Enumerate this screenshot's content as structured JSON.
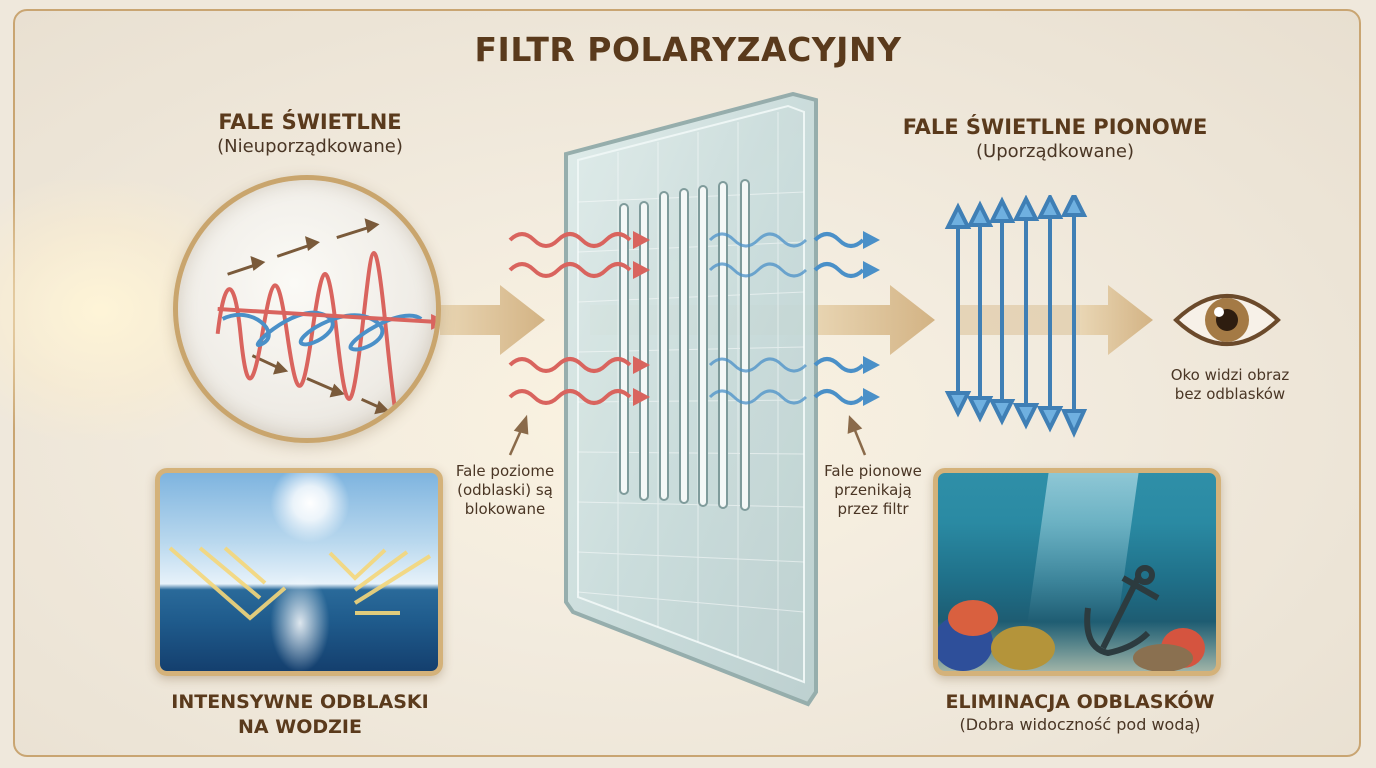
{
  "title": "FILTR POLARYZACYJNY",
  "left_header": {
    "title": "FALE ŚWIETLNE",
    "subtitle": "(Nieuporządkowane)"
  },
  "right_header": {
    "title": "FALE ŚWIETLNE PIONOWE",
    "subtitle": "(Uporządkowane)"
  },
  "callouts": {
    "blocked": [
      "Fale poziome",
      "(odblaski) są",
      "blokowane"
    ],
    "passing": [
      "Fale pionowe",
      "przenikają",
      "przez filtr"
    ],
    "eye": [
      "Oko widzi obraz",
      "bez odblasków"
    ]
  },
  "bottom_left": {
    "title_line1": "INTENSYWNE ODBLASKI",
    "title_line2": "NA WODZIE"
  },
  "bottom_right": {
    "title": "ELIMINACJA ODBLASKÓW",
    "subtitle": "(Dobra widoczność pod wodą)"
  },
  "colors": {
    "title": "#5a3a1c",
    "border": "#c9a572",
    "red_wave": "#d9534f",
    "blue_wave": "#4a90c8",
    "beam": "#d8bc90"
  },
  "icons": [
    "unpolarized-light-lens-icon",
    "polarizing-filter-icon",
    "wave-arrow-icon",
    "vertical-arrows-icon",
    "eye-icon",
    "water-glare-image",
    "underwater-scene-image"
  ]
}
